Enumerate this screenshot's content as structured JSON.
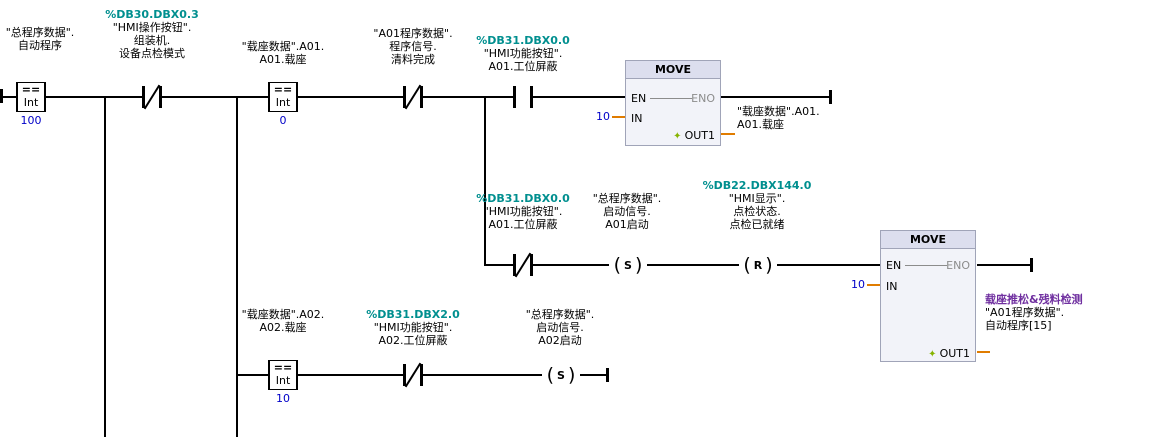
{
  "colors": {
    "wire": "#000000",
    "address_teal": "#008F8F",
    "constant_blue": "#0000C8",
    "connector_orange": "#E07C00",
    "comment_purple": "#7030A0",
    "block_header": "#DCDEEE",
    "block_body": "#F2F3F9",
    "block_border": "#A0A4B8",
    "eno_gray": "#8C8C8C",
    "sparkle_green": "#86B300"
  },
  "icons": {
    "out1": "sparkle-icon"
  },
  "rung1": {
    "cmp_auto_program": {
      "line1": "\"总程序数据\".",
      "line2": "自动程序",
      "op": "==",
      "dtype": "Int",
      "value": "100"
    },
    "nc_device_check": {
      "address": "%DB30.DBX0.3",
      "line1": "\"HMI操作按钮\".",
      "line2": "组装机.",
      "line3": "设备点检模式"
    },
    "cmp_carrier_a01": {
      "line1": "\"载座数据\".A01.",
      "line2": "A01.载座",
      "op": "==",
      "dtype": "Int",
      "value": "0"
    },
    "nc_clear_done": {
      "line1": "\"A01程序数据\".",
      "line2": "程序信号.",
      "line3": "清料完成"
    },
    "no_station_mask_a01": {
      "address": "%DB31.DBX0.0",
      "line1": "\"HMI功能按钮\".",
      "line2": "A01.工位屏蔽"
    },
    "move": {
      "title": "MOVE",
      "en": "EN",
      "eno": "ENO",
      "in": "IN",
      "in_value": "10",
      "out": "OUT1",
      "out_line1": "\"载座数据\".A01.",
      "out_line2": "A01.载座"
    }
  },
  "rung2": {
    "nc_station_mask_a01": {
      "address": "%DB31.DBX0.0",
      "line1": "\"HMI功能按钮\".",
      "line2": "A01.工位屏蔽"
    },
    "set_coil_a01_start": {
      "symbol": "S",
      "line1": "\"总程序数据\".",
      "line2": "启动信号.",
      "line3": "A01启动"
    },
    "reset_coil_check_ready": {
      "symbol": "R",
      "address": "%DB22.DBX144.0",
      "line1": "\"HMI显示\".",
      "line2": "点检状态.",
      "line3": "点检已就绪"
    },
    "move": {
      "title": "MOVE",
      "en": "EN",
      "eno": "ENO",
      "in": "IN",
      "in_value": "10",
      "out": "OUT1",
      "out_comment": "载座推松&残料检测",
      "out_line1": "\"A01程序数据\".",
      "out_line2": "自动程序[15]"
    }
  },
  "rung3": {
    "cmp_carrier_a02": {
      "line1": "\"载座数据\".A02.",
      "line2": "A02.载座",
      "op": "==",
      "dtype": "Int",
      "value": "10"
    },
    "nc_station_mask_a02": {
      "address": "%DB31.DBX2.0",
      "line1": "\"HMI功能按钮\".",
      "line2": "A02.工位屏蔽"
    },
    "set_coil_a02_start": {
      "symbol": "S",
      "line1": "\"总程序数据\".",
      "line2": "启动信号.",
      "line3": "A02启动"
    }
  }
}
